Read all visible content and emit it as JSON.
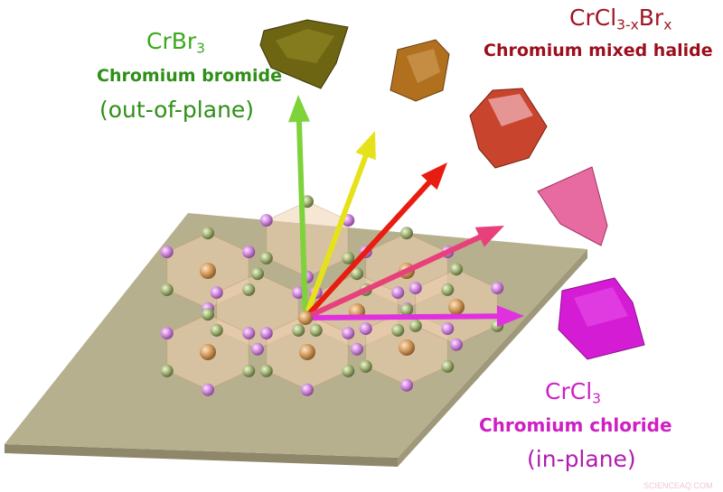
{
  "labels": {
    "bromide": {
      "formula_base": "CrBr",
      "formula_sub": "3",
      "name": "Chromium bromide",
      "orientation": "(out-of-plane)"
    },
    "mixed": {
      "formula_a": "CrCl",
      "formula_sub_a": "3-x",
      "formula_b": "Br",
      "formula_sub_b": "x",
      "name": "Chromium mixed halide"
    },
    "chloride": {
      "formula_base": "CrCl",
      "formula_sub": "3",
      "name": "Chromium chloride",
      "orientation": "(in-plane)"
    }
  },
  "watermark": "SCIENCEAQ.COM",
  "colors": {
    "bromide": "#3ea81c",
    "mixed": "#9c0e1c",
    "chloride": "#cf1fc4",
    "substrate": "#b7b08e",
    "arrows": [
      "#7ed23a",
      "#e6e21a",
      "#e81c10",
      "#e8407a",
      "#e030e0"
    ],
    "atoms": {
      "cr": "#d9a266",
      "cl_a": "#d58ee2",
      "cl_b": "#a9ba7c"
    }
  }
}
